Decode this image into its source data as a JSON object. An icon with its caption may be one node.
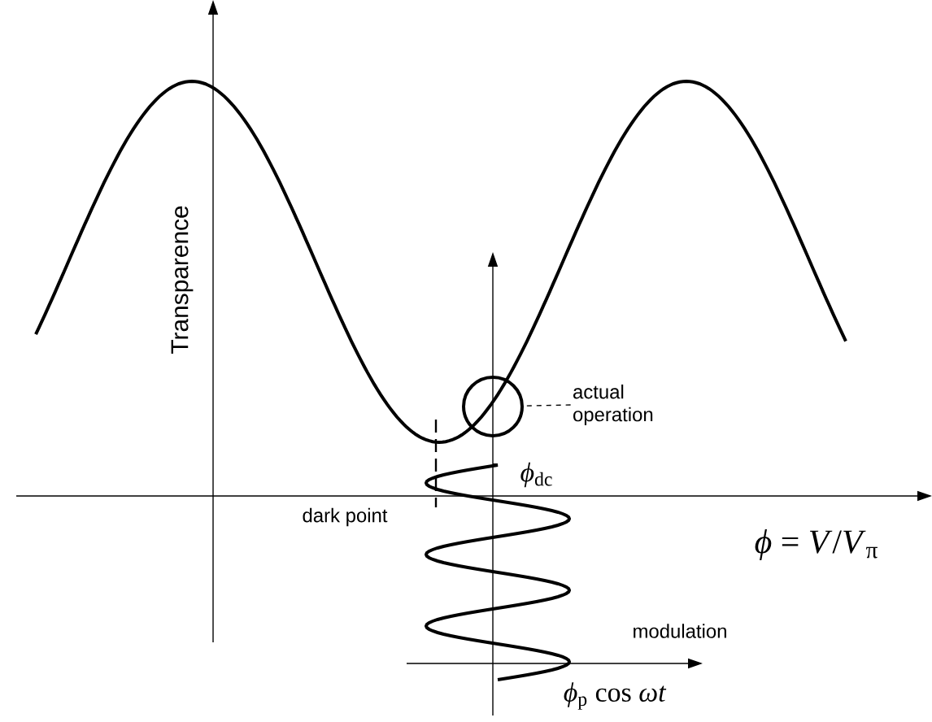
{
  "diagram": {
    "nodes": [
      {
        "text": [],
        "shape": "circle"
      },
      {
        "text": [
          "actual operation"
        ]
      }
    ],
    "edges": [
      {
        "from": 1,
        "to": 0,
        "arrow": "none",
        "style": "dashed"
      }
    ],
    "labels": [
      "Transparence",
      "dark point",
      "*ϕ*$_{dc}$",
      "*ϕ* = *V*/*V*$_{π}$",
      "modulation",
      "*ϕ*$_{p}$ cos *ωt*"
    ]
  }
}
